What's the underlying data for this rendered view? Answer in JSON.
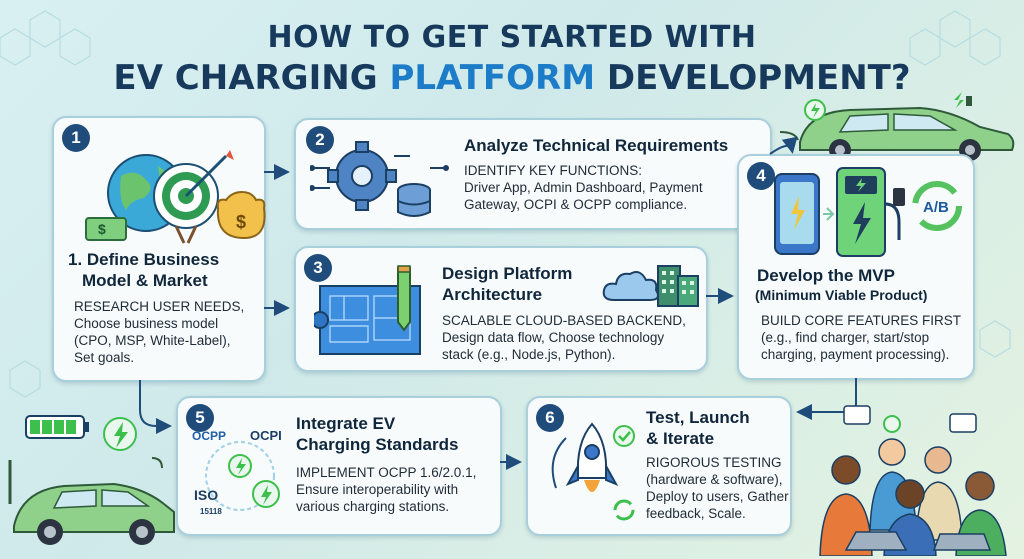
{
  "title": {
    "line1": "HOW TO GET STARTED WITH",
    "line2_a": "EV CHARGING ",
    "line2_b": "PLATFORM",
    "line2_c": " DEVELOPMENT?"
  },
  "colors": {
    "navy": "#173a5c",
    "accent": "#1c7cc7",
    "card_border": "#a9cfdc",
    "green": "#3cc04b"
  },
  "steps": [
    {
      "num": "1",
      "heading_a": "1. Define Business",
      "heading_b": "Model & Market",
      "lines": [
        "RESEARCH USER NEEDS,",
        "Choose business model",
        "(CPO, MSP, White-Label),",
        "Set goals."
      ]
    },
    {
      "num": "2",
      "heading": "Analyze Technical Requirements",
      "lines": [
        "IDENTIFY KEY FUNCTIONS:",
        "Driver App, Admin Dashboard, Payment",
        "Gateway, OCPI & OCPP compliance."
      ]
    },
    {
      "num": "3",
      "heading_a": "Design Platform",
      "heading_b": "Architecture",
      "lines": [
        "SCALABLE CLOUD-BASED BACKEND,",
        "Design data flow, Choose technology",
        "stack (e.g., Node.js, Python)."
      ]
    },
    {
      "num": "4",
      "heading_a": "Develop the MVP",
      "heading_b": "(Minimum Viable Product)",
      "lines": [
        "BUILD CORE FEATURES FIRST",
        "(e.g., find charger, start/stop",
        "charging, payment processing)."
      ]
    },
    {
      "num": "5",
      "heading_a": "Integrate EV",
      "heading_b": "Charging Standards",
      "lines": [
        "IMPLEMENT OCPP 1.6/2.0.1,",
        "Ensure interoperability with",
        "various charging stations."
      ]
    },
    {
      "num": "6",
      "heading_a": "Test, Launch",
      "heading_b": "& Iterate",
      "lines": [
        "RIGOROUS TESTING",
        "(hardware & software),",
        "Deploy to users, Gather",
        "feedback, Scale."
      ]
    }
  ],
  "icons": {
    "ab_label": "A/B",
    "ocpp": "OCPP",
    "ocpi": "OCPI",
    "iso": "ISO",
    "iso_num": "15118"
  }
}
